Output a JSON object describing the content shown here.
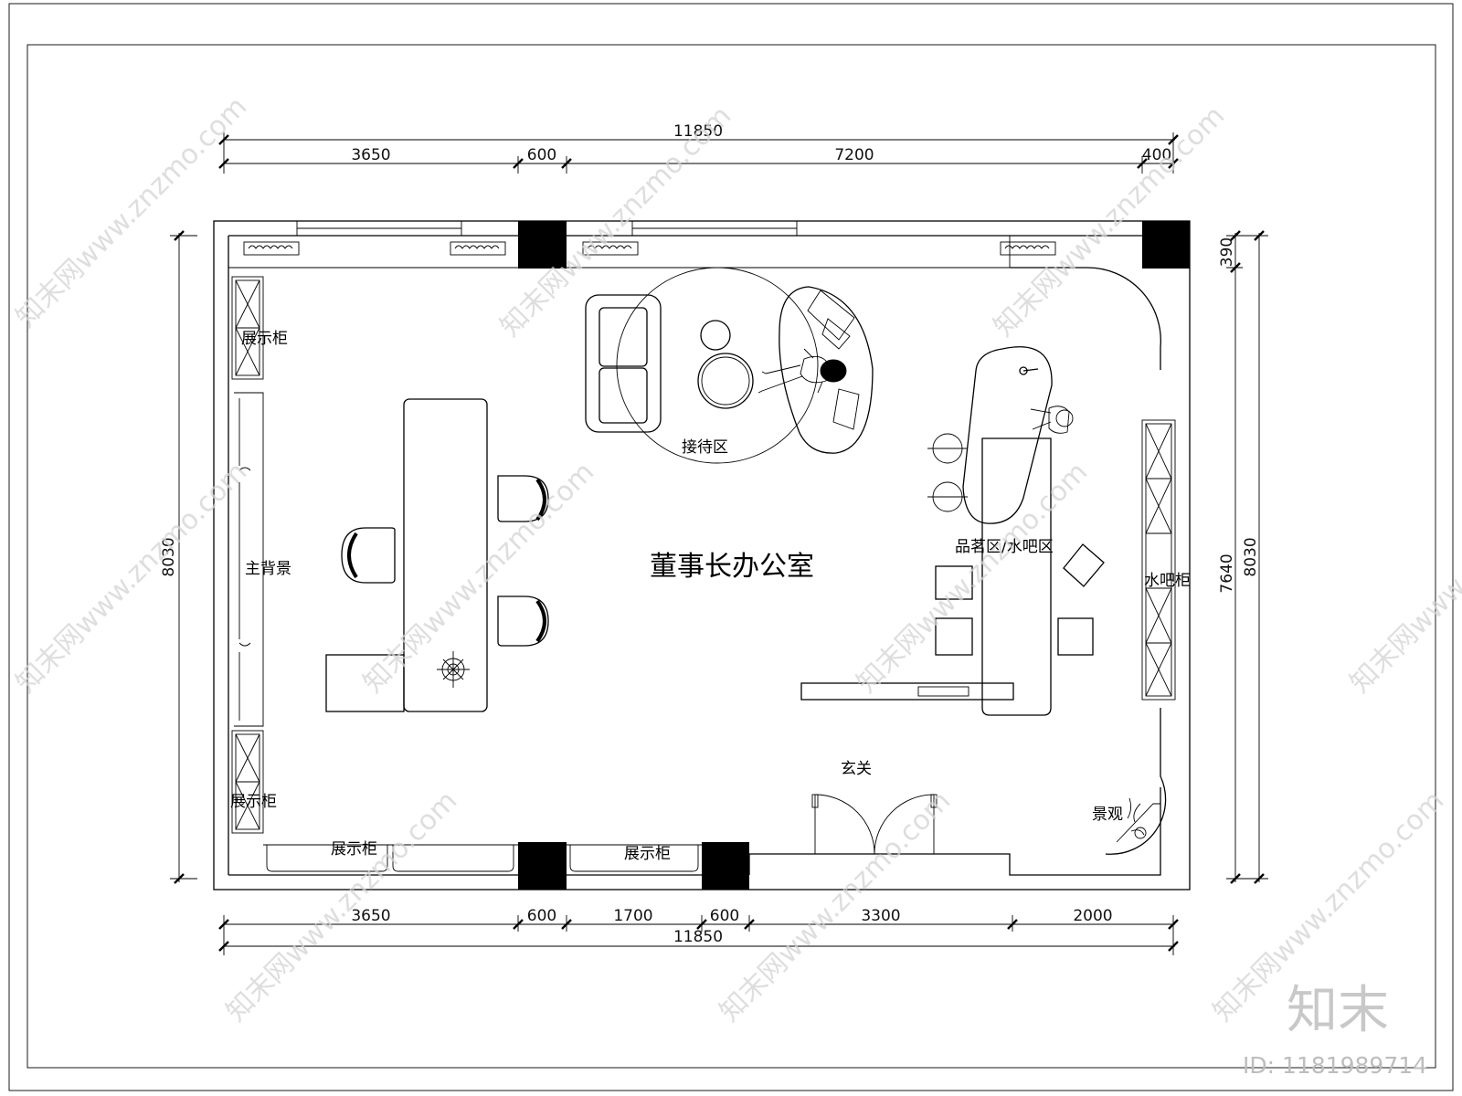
{
  "plan": {
    "room_title": "董事长办公室",
    "zones": {
      "reception": "接待区",
      "tea_bar": "品茗区/水吧区",
      "entrance": "玄关",
      "main_backdrop": "主背景",
      "water_bar_cabinet": "水吧柜",
      "landscape": "景观",
      "display_cabinet_left_top": "展示柜",
      "display_cabinet_left_bottom": "展示柜",
      "display_cabinet_bottom_1": "展示柜",
      "display_cabinet_bottom_2": "展示柜"
    },
    "dimensions": {
      "top_total": "11850",
      "top_segments": [
        "3650",
        "600",
        "7200",
        "400"
      ],
      "bottom_segments": [
        "3650",
        "600",
        "1700",
        "600",
        "3300",
        "2000"
      ],
      "bottom_total": "11850",
      "left_total": "8030",
      "right_inner_1": "390",
      "right_inner_2": "7640",
      "right_total": "8030"
    }
  },
  "watermark": {
    "site": "知末网www.znzmo.com",
    "logo": "知末",
    "id_label": "ID: 1181989714"
  }
}
